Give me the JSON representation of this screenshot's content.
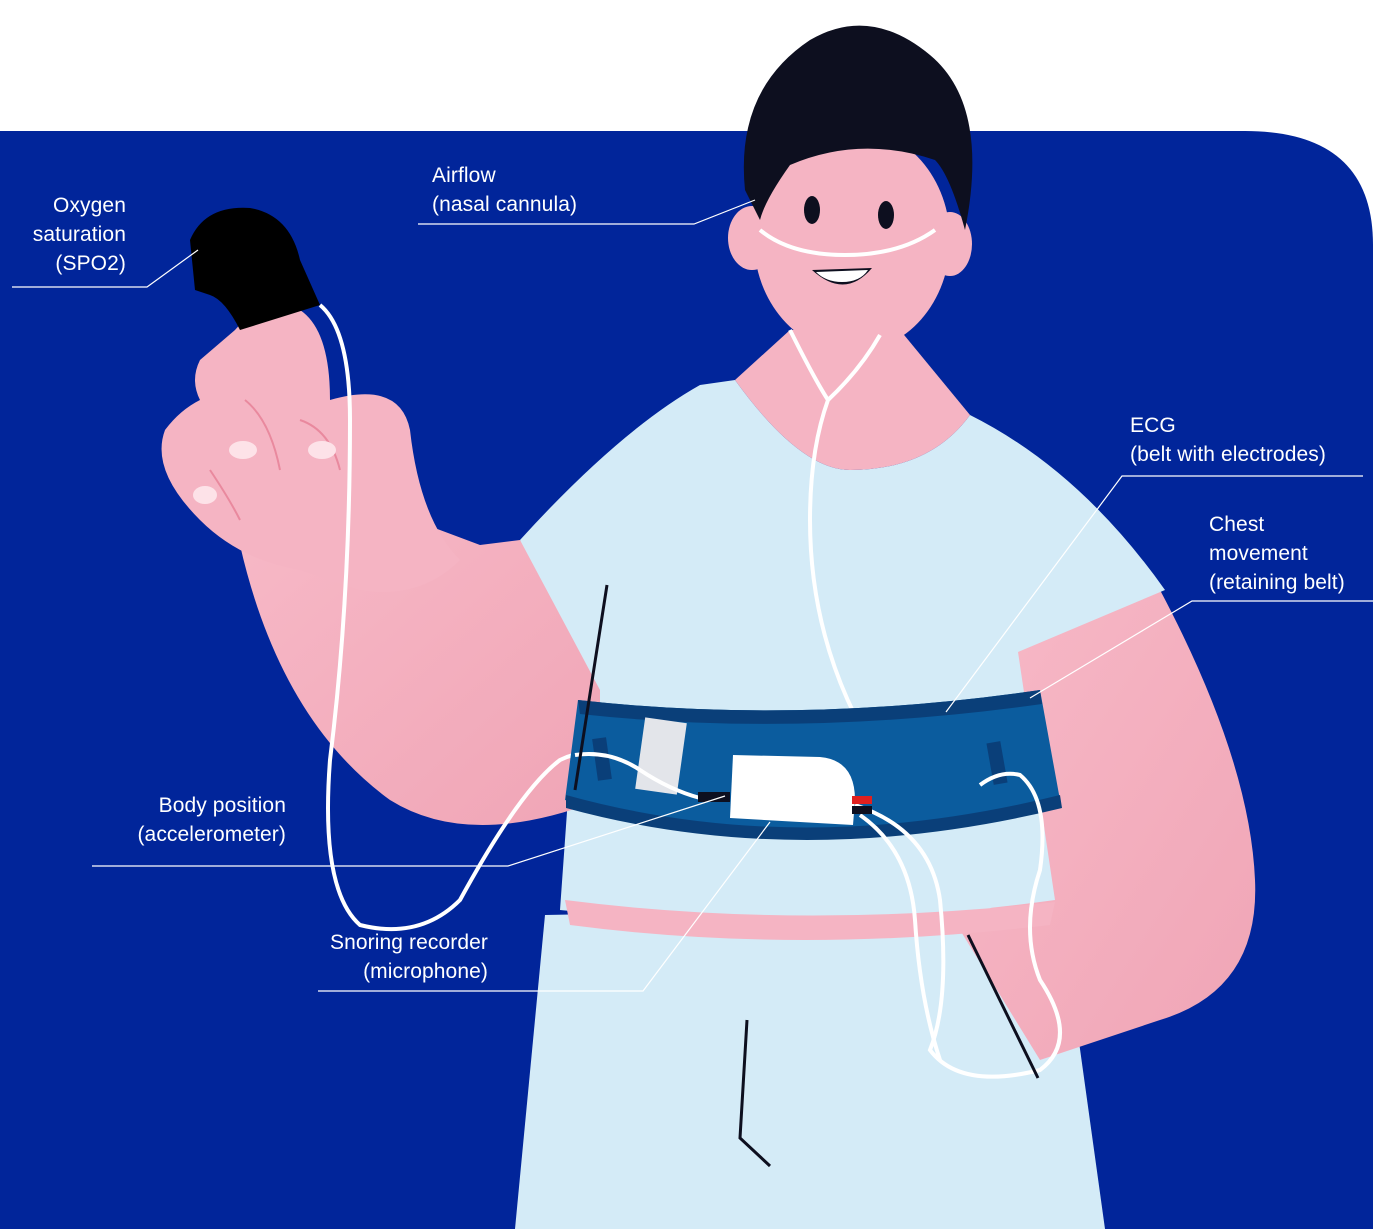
{
  "colors": {
    "background": "#01259a",
    "skin": "#f5b4c3",
    "skin_shadow": "#e9899e",
    "shirt": "#d4ebf7",
    "hair": "#0d0f1f",
    "belt": "#0b5c9e",
    "belt_edge": "#0a3f79",
    "wire": "#ffffff",
    "label_text": "#ffffff"
  },
  "labels": {
    "oxygen": {
      "line1": "Oxygen",
      "line2": "saturation",
      "line3": "(SPO2)"
    },
    "airflow": {
      "line1": "Airflow",
      "line2": "(nasal cannula)"
    },
    "ecg": {
      "line1": "ECG",
      "line2": "(belt with electrodes)"
    },
    "chest": {
      "line1": "Chest",
      "line2": "movement",
      "line3": "(retaining belt)"
    },
    "body_position": {
      "line1": "Body position",
      "line2": "(accelerometer)"
    },
    "snoring": {
      "line1": "Snoring recorder",
      "line2": "(microphone)"
    }
  },
  "icons": [
    "finger-clip-oximeter",
    "nasal-cannula",
    "chest-belt",
    "recorder-box",
    "electrode-pad"
  ]
}
